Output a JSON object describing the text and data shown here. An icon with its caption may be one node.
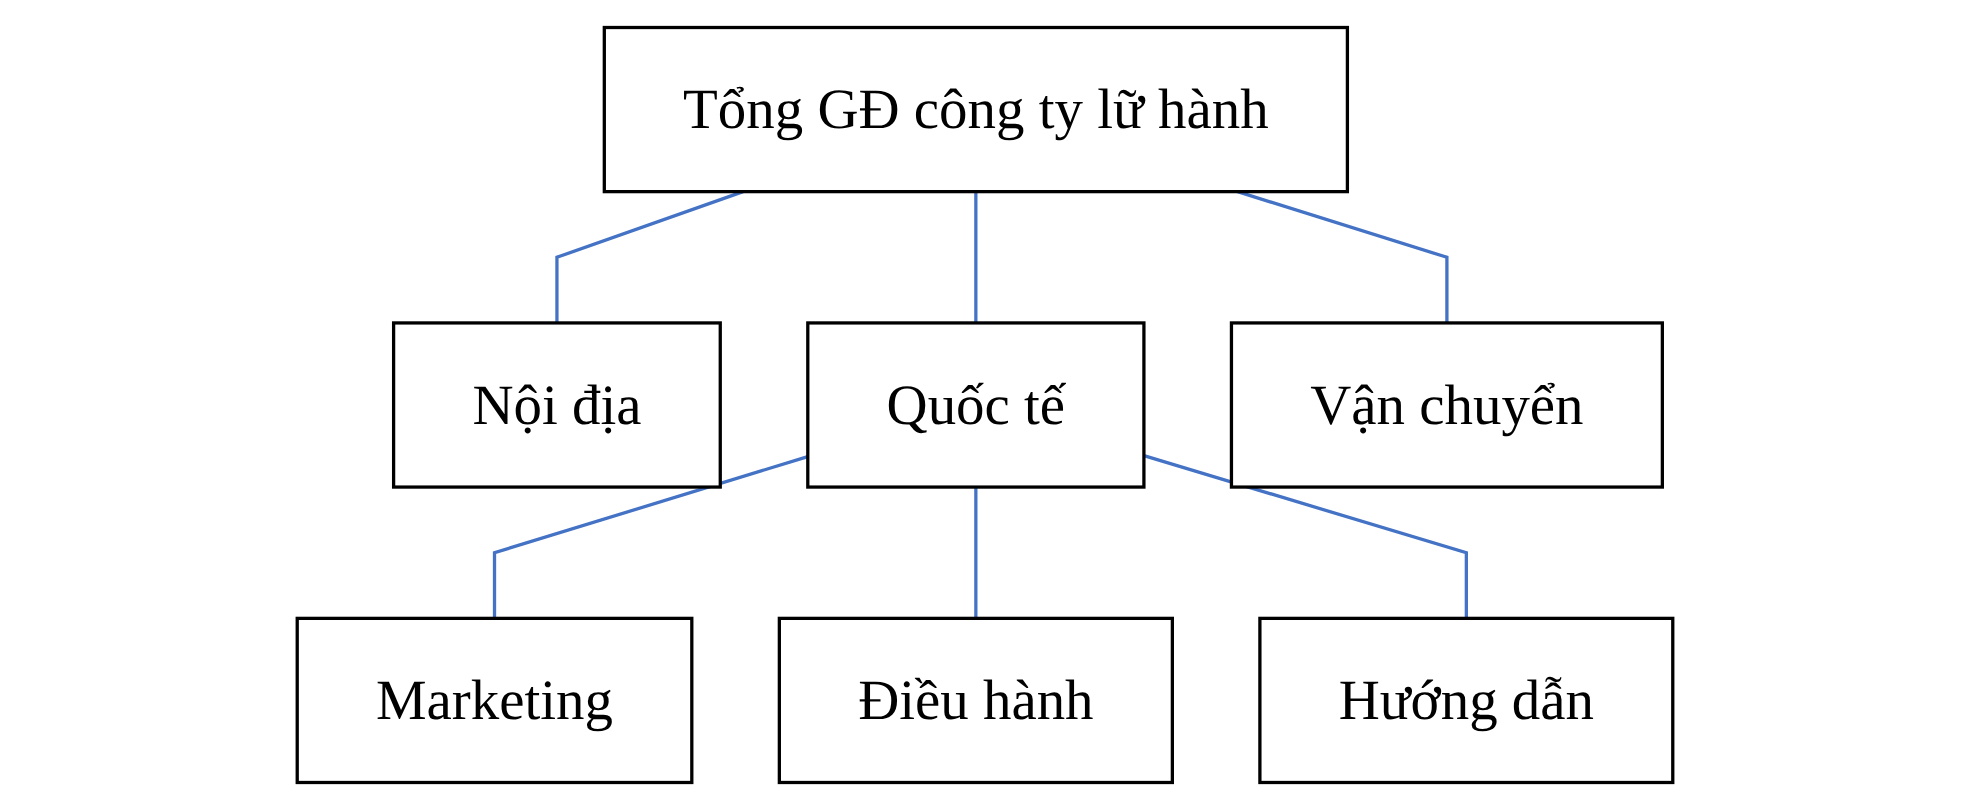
{
  "diagram": {
    "nodes": [
      {
        "text": [
          "Tổng GĐ công ty lữ hành"
        ]
      },
      {
        "text": [
          "Nội địa"
        ]
      },
      {
        "text": [
          "Quốc tế"
        ]
      },
      {
        "text": [
          "Vận chuyển"
        ]
      },
      {
        "text": [
          "Marketing"
        ]
      },
      {
        "text": [
          "Điều hành"
        ]
      },
      {
        "text": [
          "Hướng dẫn"
        ]
      }
    ],
    "edges": [
      {
        "from": 0,
        "to": 1,
        "arrow": "none"
      },
      {
        "from": 0,
        "to": 2,
        "arrow": "none"
      },
      {
        "from": 0,
        "to": 3,
        "arrow": "none"
      },
      {
        "from": 2,
        "to": 4,
        "arrow": "none"
      },
      {
        "from": 2,
        "to": 5,
        "arrow": "none"
      },
      {
        "from": 2,
        "to": 6,
        "arrow": "none"
      }
    ]
  }
}
